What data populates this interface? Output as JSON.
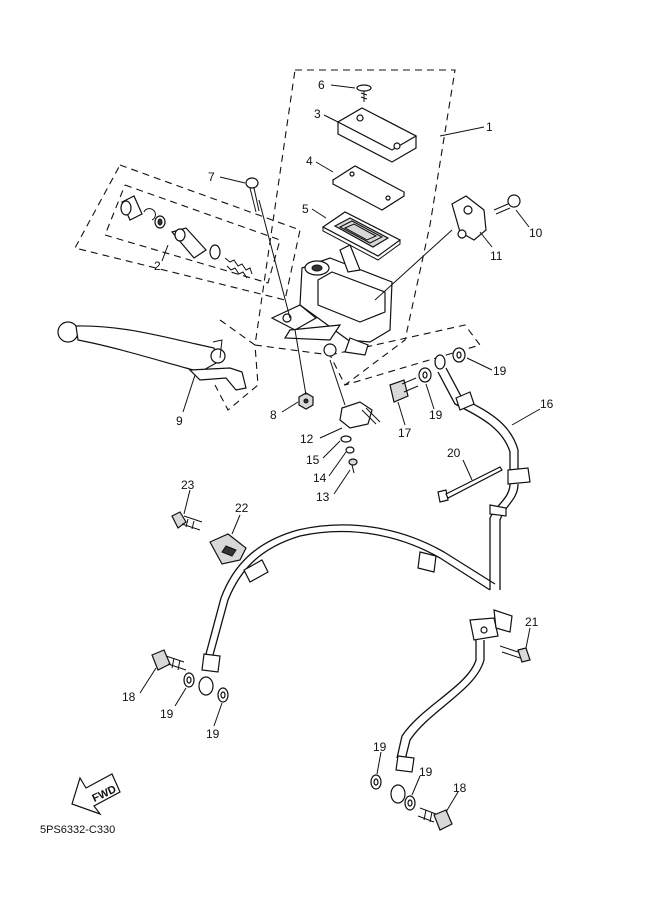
{
  "diagram": {
    "code": "5PS6332-C330",
    "fwd_label": "FWD",
    "callouts": [
      {
        "id": "c1",
        "text": "1"
      },
      {
        "id": "c2",
        "text": "2"
      },
      {
        "id": "c3",
        "text": "3"
      },
      {
        "id": "c4",
        "text": "4"
      },
      {
        "id": "c5",
        "text": "5"
      },
      {
        "id": "c6",
        "text": "6"
      },
      {
        "id": "c7",
        "text": "7"
      },
      {
        "id": "c8",
        "text": "8"
      },
      {
        "id": "c9",
        "text": "9"
      },
      {
        "id": "c10",
        "text": "10"
      },
      {
        "id": "c11",
        "text": "11"
      },
      {
        "id": "c12",
        "text": "12"
      },
      {
        "id": "c13",
        "text": "13"
      },
      {
        "id": "c14",
        "text": "14"
      },
      {
        "id": "c15",
        "text": "15"
      },
      {
        "id": "c16",
        "text": "16"
      },
      {
        "id": "c17",
        "text": "17"
      },
      {
        "id": "c18a",
        "text": "18"
      },
      {
        "id": "c18b",
        "text": "18"
      },
      {
        "id": "c19a",
        "text": "19"
      },
      {
        "id": "c19b",
        "text": "19"
      },
      {
        "id": "c19c",
        "text": "19"
      },
      {
        "id": "c19d",
        "text": "19"
      },
      {
        "id": "c19e",
        "text": "19"
      },
      {
        "id": "c19f",
        "text": "19"
      },
      {
        "id": "c20",
        "text": "20"
      },
      {
        "id": "c21",
        "text": "21"
      },
      {
        "id": "c22",
        "text": "22"
      },
      {
        "id": "c23",
        "text": "23"
      }
    ]
  }
}
